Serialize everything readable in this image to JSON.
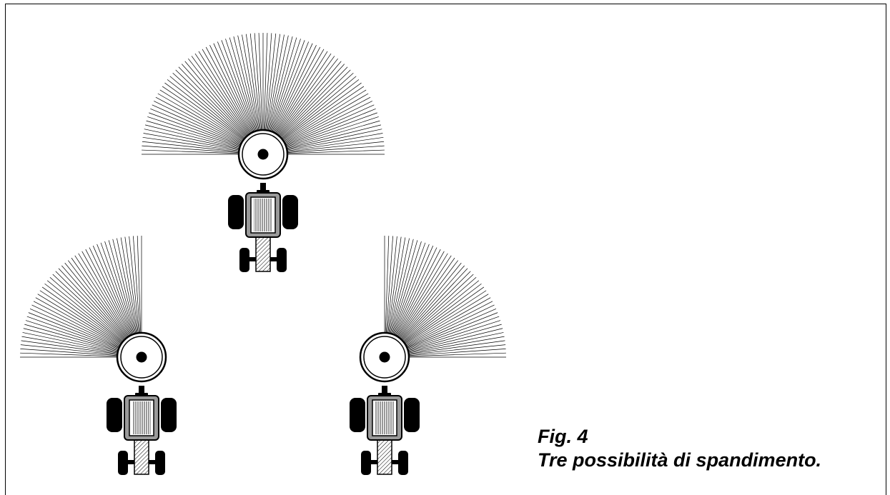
{
  "caption": {
    "figure": "Fig. 4",
    "text": "Tre possibilità di spandimento."
  },
  "spreaders": [
    {
      "id": "center",
      "pattern": "full semicircle"
    },
    {
      "id": "left",
      "pattern": "left quarter"
    },
    {
      "id": "right",
      "pattern": "right quarter"
    }
  ],
  "colors": {
    "ink": "#000000",
    "body_fill": "#9a9a9a"
  }
}
